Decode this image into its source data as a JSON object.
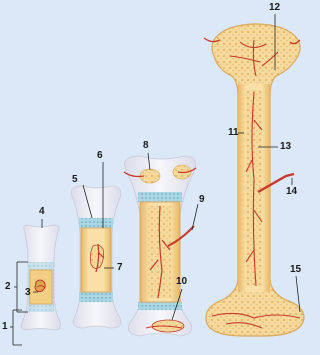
{
  "colors": {
    "background": "#dbe8f8",
    "cartilage": "#eeeef6",
    "growth_plate": "#8ec7d8",
    "bone": "#f5d79a",
    "bone_edge": "#e4b35e",
    "vessel": "#c8382a",
    "label_line": "#222222"
  },
  "labels": {
    "l1": "1",
    "l2": "2",
    "l3": "3",
    "l4": "4",
    "l5": "5",
    "l6": "6",
    "l7": "7",
    "l8": "8",
    "l9": "9",
    "l10": "10",
    "l11": "11",
    "l12": "12",
    "l13": "13",
    "l14": "14",
    "l15": "15"
  }
}
